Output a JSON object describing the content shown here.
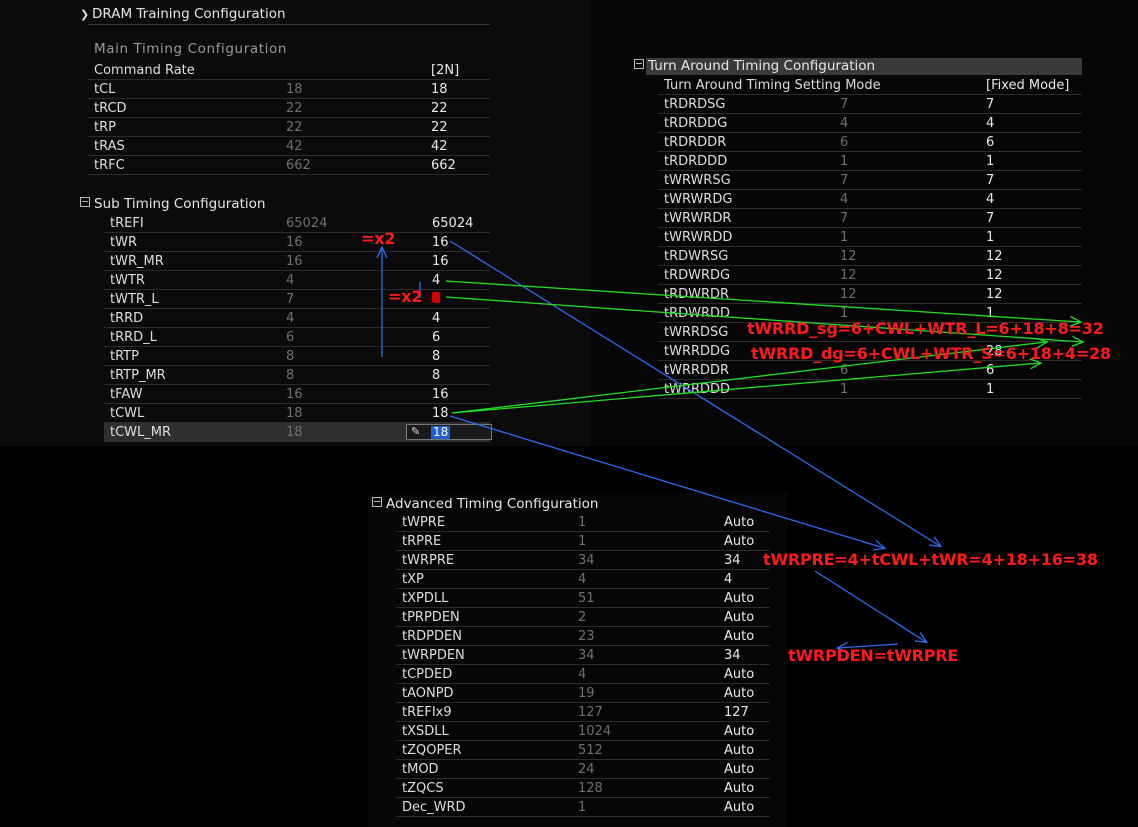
{
  "dram_training": {
    "title": "DRAM Training Configuration"
  },
  "main_timing": {
    "title": "Main Timing Configuration",
    "rows": [
      {
        "name": "Command Rate",
        "default": "",
        "value": "[2N]"
      },
      {
        "name": "tCL",
        "default": "18",
        "value": "18"
      },
      {
        "name": "tRCD",
        "default": "22",
        "value": "22"
      },
      {
        "name": "tRP",
        "default": "22",
        "value": "22"
      },
      {
        "name": "tRAS",
        "default": "42",
        "value": "42"
      },
      {
        "name": "tRFC",
        "default": "662",
        "value": "662"
      }
    ]
  },
  "sub_timing": {
    "title": "Sub Timing Configuration",
    "rows": [
      {
        "name": "tREFI",
        "default": "65024",
        "value": "65024"
      },
      {
        "name": "tWR",
        "default": "16",
        "value": "16"
      },
      {
        "name": "tWR_MR",
        "default": "16",
        "value": "16"
      },
      {
        "name": "tWTR",
        "default": "4",
        "value": "4"
      },
      {
        "name": "tWTR_L",
        "default": "7",
        "value": ""
      },
      {
        "name": "tRRD",
        "default": "4",
        "value": "4"
      },
      {
        "name": "tRRD_L",
        "default": "6",
        "value": "6"
      },
      {
        "name": "tRTP",
        "default": "8",
        "value": "8"
      },
      {
        "name": "tRTP_MR",
        "default": "8",
        "value": "8"
      },
      {
        "name": "tFAW",
        "default": "16",
        "value": "16"
      },
      {
        "name": "tCWL",
        "default": "18",
        "value": "18"
      },
      {
        "name": "tCWL_MR",
        "default": "18",
        "value": "18"
      }
    ]
  },
  "turn_around": {
    "title": "Turn Around Timing Configuration",
    "rows": [
      {
        "name": "Turn Around Timing Setting Mode",
        "default": "",
        "value": "[Fixed Mode]"
      },
      {
        "name": "tRDRDSG",
        "default": "7",
        "value": "7"
      },
      {
        "name": "tRDRDDG",
        "default": "4",
        "value": "4"
      },
      {
        "name": "tRDRDDR",
        "default": "6",
        "value": "6"
      },
      {
        "name": "tRDRDDD",
        "default": "1",
        "value": "1"
      },
      {
        "name": "tWRWRSG",
        "default": "7",
        "value": "7"
      },
      {
        "name": "tWRWRDG",
        "default": "4",
        "value": "4"
      },
      {
        "name": "tWRWRDR",
        "default": "7",
        "value": "7"
      },
      {
        "name": "tWRWRDD",
        "default": "1",
        "value": "1"
      },
      {
        "name": "tRDWRSG",
        "default": "12",
        "value": "12"
      },
      {
        "name": "tRDWRDG",
        "default": "12",
        "value": "12"
      },
      {
        "name": "tRDWRDR",
        "default": "12",
        "value": "12"
      },
      {
        "name": "tRDWRDD",
        "default": "1",
        "value": "1"
      },
      {
        "name": "tWRRDSG",
        "default": "",
        "value": ""
      },
      {
        "name": "tWRRDDG",
        "default": "",
        "value": "28"
      },
      {
        "name": "tWRRDDR",
        "default": "6",
        "value": "6"
      },
      {
        "name": "tWRRDDD",
        "default": "1",
        "value": "1"
      }
    ]
  },
  "advanced": {
    "title": "Advanced Timing Configuration",
    "rows": [
      {
        "name": "tWPRE",
        "default": "1",
        "value": "Auto"
      },
      {
        "name": "tRPRE",
        "default": "1",
        "value": "Auto"
      },
      {
        "name": "tWRPRE",
        "default": "34",
        "value": "34"
      },
      {
        "name": "tXP",
        "default": "4",
        "value": "4"
      },
      {
        "name": "tXPDLL",
        "default": "51",
        "value": "Auto"
      },
      {
        "name": "tPRPDEN",
        "default": "2",
        "value": "Auto"
      },
      {
        "name": "tRDPDEN",
        "default": "23",
        "value": "Auto"
      },
      {
        "name": "tWRPDEN",
        "default": "34",
        "value": "34"
      },
      {
        "name": "tCPDED",
        "default": "4",
        "value": "Auto"
      },
      {
        "name": "tAONPD",
        "default": "19",
        "value": "Auto"
      },
      {
        "name": "tREFIx9",
        "default": "127",
        "value": "127"
      },
      {
        "name": "tXSDLL",
        "default": "1024",
        "value": "Auto"
      },
      {
        "name": "tZQOPER",
        "default": "512",
        "value": "Auto"
      },
      {
        "name": "tMOD",
        "default": "24",
        "value": "Auto"
      },
      {
        "name": "tZQCS",
        "default": "128",
        "value": "Auto"
      },
      {
        "name": "Dec_WRD",
        "default": "1",
        "value": "Auto"
      }
    ]
  },
  "annotations": {
    "x2_first": "=x2",
    "x2_second": "=x2",
    "wrrd_sg": "tWRRD_sg=6+CWL+WTR_L=6+18+8=32",
    "wrrd_dg": "tWRRD_dg=6+CWL+WTR_S=6+18+4=28",
    "wrpre": "tWRPRE=4+tCWL+tWR=4+18+16=38",
    "wrpden": "tWRPDEN=tWRPRE"
  },
  "colors": {
    "annotation_red": "#ff1a1a",
    "arrow_blue": "#2a6cf0",
    "arrow_green": "#22dd22",
    "selection_blue": "#1e5fd0"
  }
}
